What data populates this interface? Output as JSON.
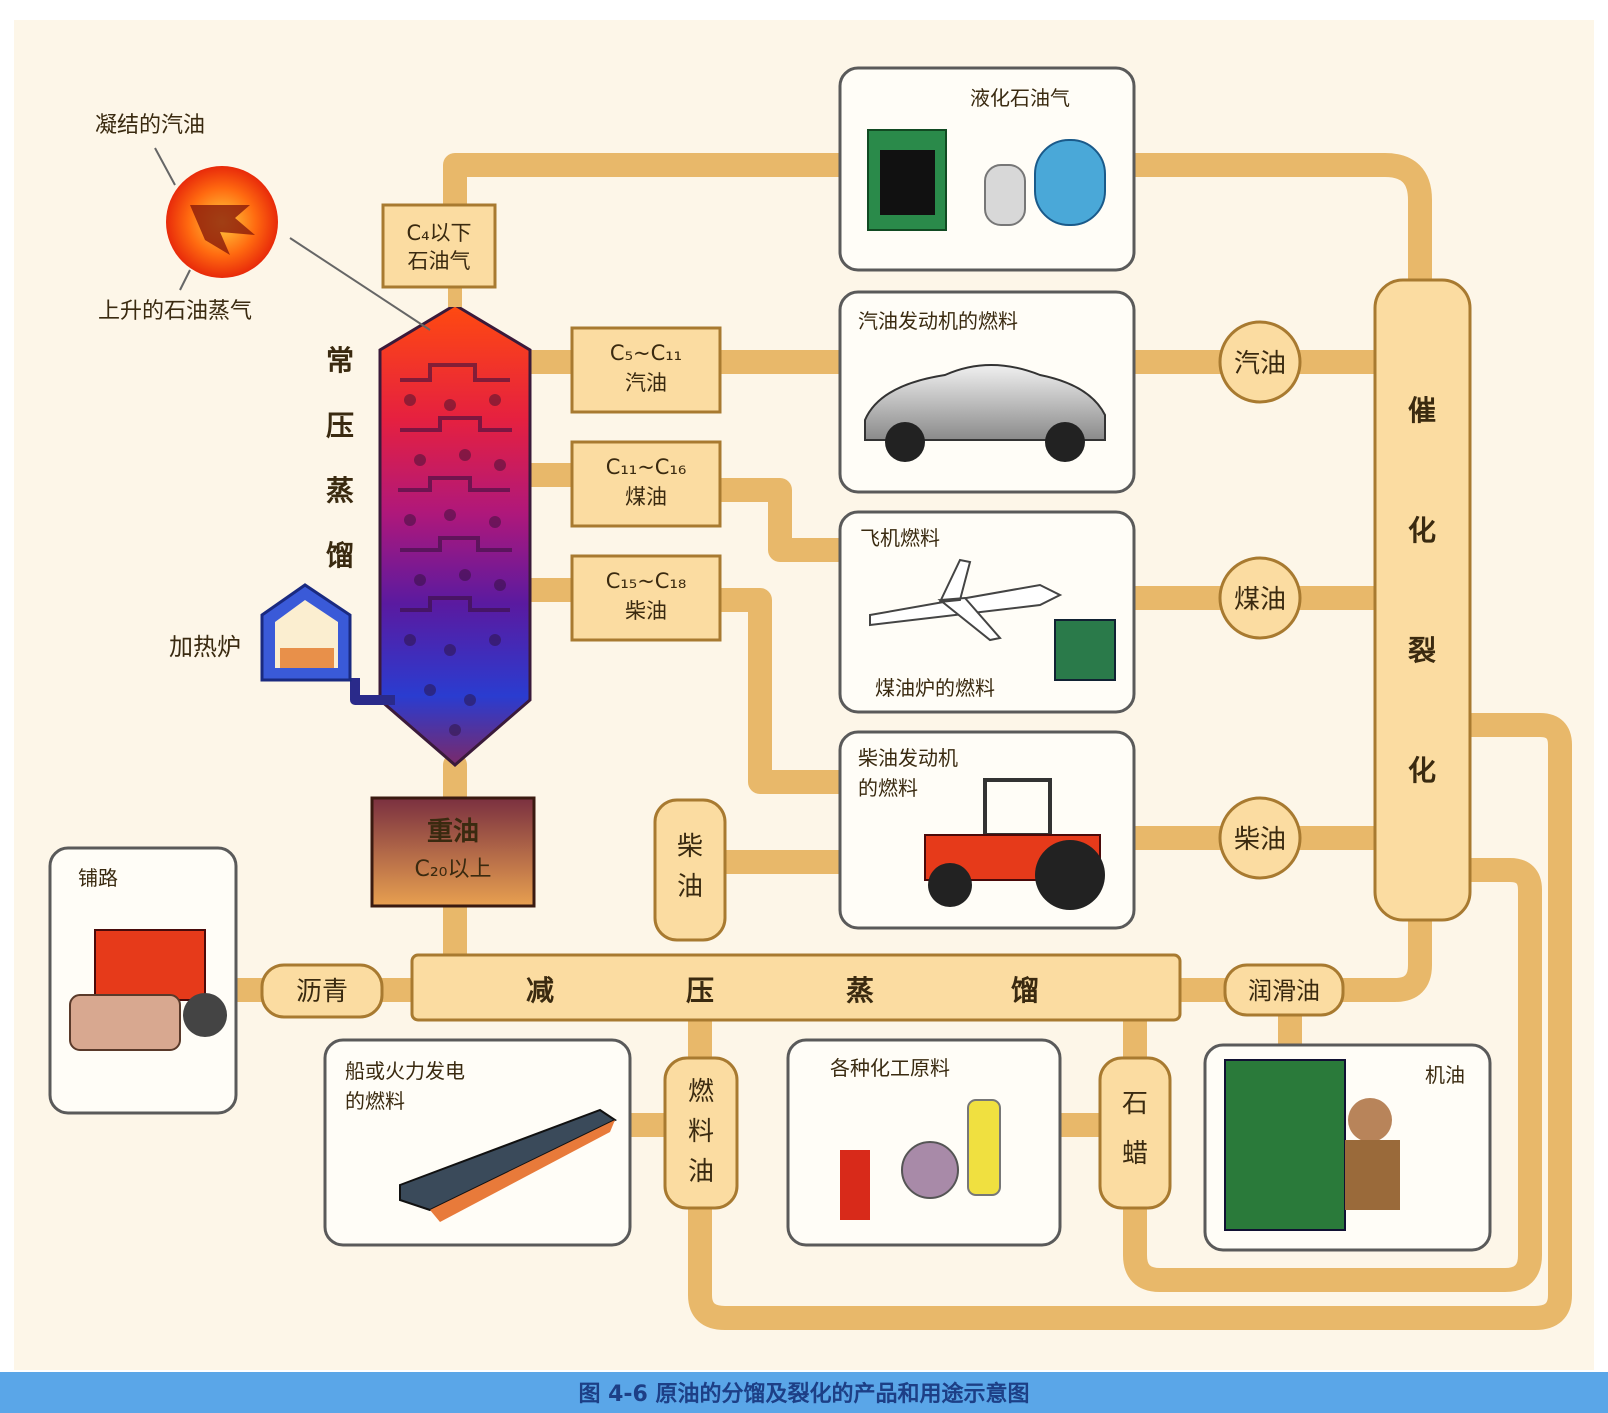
{
  "labels": {
    "condensed_gasoline": "凝结的汽油",
    "rising_vapor": "上升的石油蒸气",
    "atm_distillation_chars": [
      "常",
      "压",
      "蒸",
      "馏"
    ],
    "furnace": "加热炉",
    "c4": [
      "C₄以下",
      "石油气"
    ],
    "c5c11": [
      "C₅~C₁₁",
      "汽油"
    ],
    "c11c16": [
      "C₁₁~C₁₆",
      "煤油"
    ],
    "c15c18": [
      "C₁₅~C₁₈",
      "柴油"
    ],
    "heavy_oil": [
      "重油",
      "C₂₀以上"
    ],
    "lpg": "液化石油气",
    "gasoline_engine": "汽油发动机的燃料",
    "jet_fuel": "飞机燃料",
    "kerosene_stove": "煤油炉的燃料",
    "diesel_engine": [
      "柴油发动机",
      "的燃料"
    ],
    "circle_gasoline": "汽油",
    "circle_kerosene": "煤油",
    "circle_diesel": "柴油",
    "cat_cracking_chars": [
      "催",
      "化",
      "裂",
      "化"
    ],
    "vacuum_chars": [
      "减",
      "压",
      "蒸",
      "馏"
    ],
    "asphalt": "沥青",
    "road": "铺路",
    "diesel_vertical": [
      "柴",
      "油"
    ],
    "fuel_oil_vertical": [
      "燃",
      "料",
      "油"
    ],
    "paraffin_vertical": [
      "石",
      "蜡"
    ],
    "lubricant": "润滑油",
    "ship_fuel": [
      "船或火力发电",
      "的燃料"
    ],
    "chemicals": "各种化工原料",
    "engine_oil": "机油"
  },
  "caption": "图 4-6   原油的分馏及裂化的产品和用途示意图",
  "colors": {
    "pipe": "#e8b86a",
    "pipe_fill": "#fbdca1",
    "tower_top": "#ff3a10",
    "tower_mid": "#c0187a",
    "tower_bottom": "#2a40c8",
    "caption_bar": "#5aa6e8",
    "caption_text": "#1d3f86"
  }
}
